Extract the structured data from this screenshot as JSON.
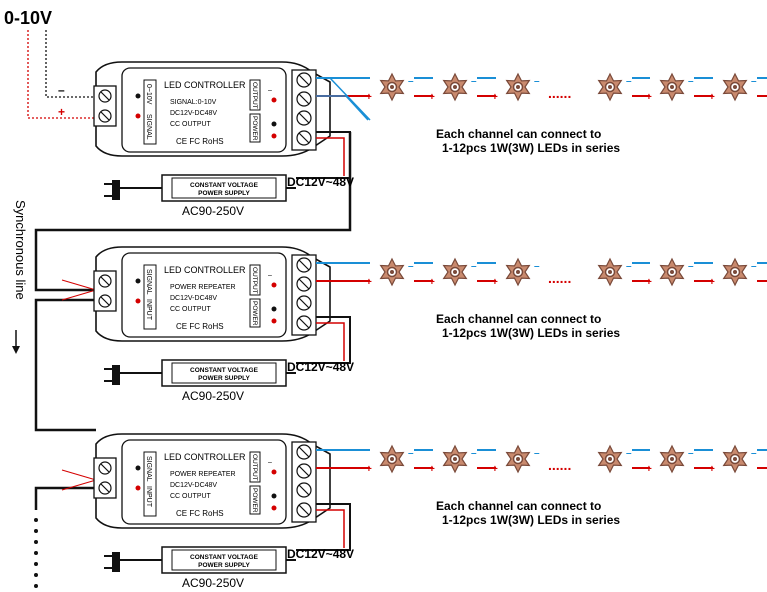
{
  "title": "0-10V",
  "side_label": "Synchronous line",
  "colors": {
    "positive_wire": "#d40000",
    "negative_wire": "#1a8fd6",
    "signal_wire": "#111111",
    "led_body": "#7a4a3a",
    "led_star": "#c98a6e"
  },
  "signal_polarity": {
    "negative": "–",
    "positive": "+"
  },
  "wire_signs": {
    "positive": "+",
    "negative": "–",
    "dots": "......"
  },
  "units": [
    {
      "controller_title": "LED CONTROLLER",
      "lines": [
        "SIGNAL:0-10V",
        "DC12V-DC48V",
        "CC  OUTPUT"
      ],
      "cert": "CE FC RoHS",
      "left_port": [
        "0~10V",
        "SIGNAL"
      ],
      "right_port_top": "OUTPUT",
      "right_port_bottom": "POWER",
      "psu_line1": "CONSTANT VOLTAGE",
      "psu_line2": "POWER SUPPLY",
      "psu_dc": "DC12V~48V",
      "psu_ac": "AC90-250V",
      "note_line1": "Each channel can connect to",
      "note_line2": "1-12pcs 1W(3W) LEDs in series"
    },
    {
      "controller_title": "LED CONTROLLER",
      "lines": [
        "POWER REPEATER",
        "DC12V-DC48V",
        "CC OUTPUT"
      ],
      "cert": "CE FC RoHS",
      "left_port": [
        "SIGNAL",
        "INPUT"
      ],
      "right_port_top": "OUTPUT",
      "right_port_bottom": "POWER",
      "psu_line1": "CONSTANT VOLTAGE",
      "psu_line2": "POWER SUPPLY",
      "psu_dc": "DC12V~48V",
      "psu_ac": "AC90-250V",
      "note_line1": "Each channel can connect to",
      "note_line2": "1-12pcs 1W(3W) LEDs in series"
    },
    {
      "controller_title": "LED CONTROLLER",
      "lines": [
        "POWER REPEATER",
        "DC12V-DC48V",
        "CC OUTPUT"
      ],
      "cert": "CE FC RoHS",
      "left_port": [
        "SIGNAL",
        "INPUT"
      ],
      "right_port_top": "OUTPUT",
      "right_port_bottom": "POWER",
      "psu_line1": "CONSTANT VOLTAGE",
      "psu_line2": "POWER SUPPLY",
      "psu_dc": "DC12V~48V",
      "psu_ac": "AC90-250V",
      "note_line1": "Each channel can connect to",
      "note_line2": "1-12pcs 1W(3W) LEDs in series"
    }
  ]
}
